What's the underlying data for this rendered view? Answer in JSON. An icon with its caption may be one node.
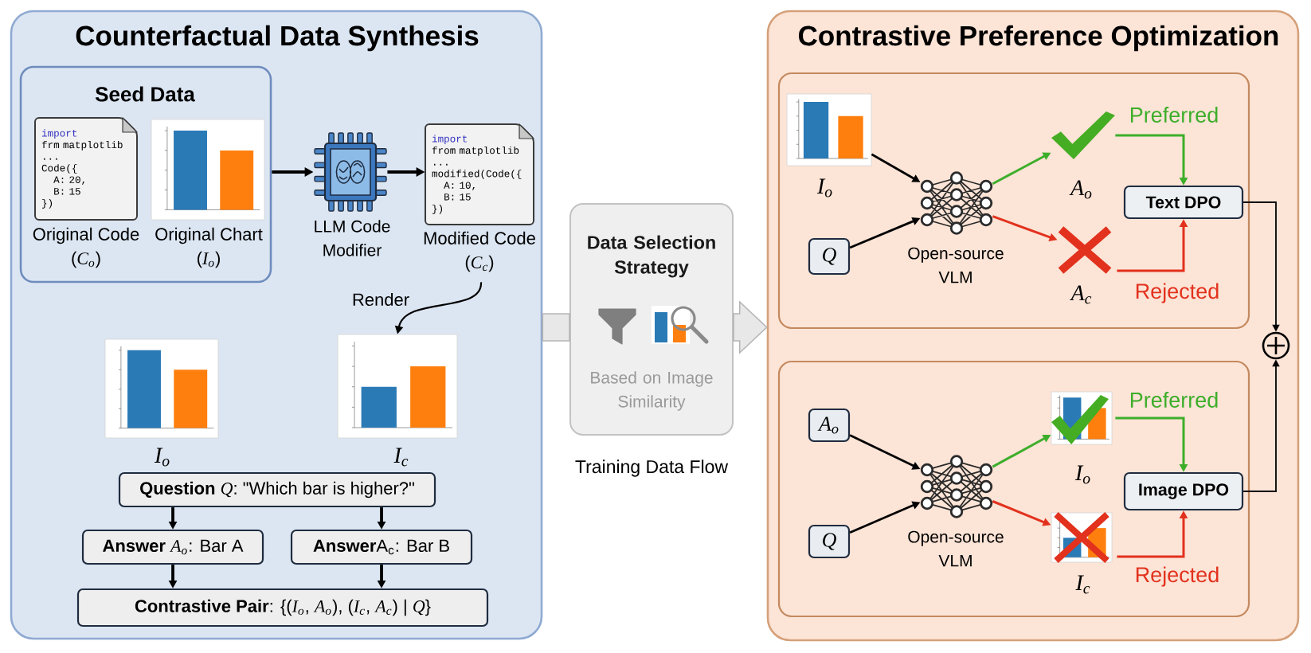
{
  "diagram": {
    "nodes": [
      {
        "text": [
          "Counterfactual Data Synthesis"
        ]
      },
      {
        "text": [
          "Seed Data"
        ],
        "in": 0
      },
      {
        "text": [
          "import",
          "frm matplotlib",
          "...",
          "Code({",
          "A: 20,",
          "B: 15",
          "})"
        ],
        "beside": [
          "Original Code (*C$_{o}$*)"
        ],
        "in": 1
      },
      {
        "text": [],
        "shape": "picture",
        "beside": [
          "Original Chart (*I$_{o}$*)"
        ],
        "in": 1
      },
      {
        "text": [],
        "shape": "picture",
        "beside": [
          "LLM Code Modifier"
        ],
        "in": 0
      },
      {
        "text": [
          "import",
          "from matplotlib",
          "...",
          "modified(Code({",
          "A: 10,",
          "B: 15",
          "})"
        ],
        "beside": [
          "Modified Code (*C$_{c}$*)"
        ],
        "in": 0
      },
      {
        "text": [],
        "shape": "picture",
        "beside": [
          "I$_{o}$"
        ],
        "in": 0
      },
      {
        "text": [],
        "shape": "picture",
        "beside": [
          "I$_{c}$"
        ],
        "in": 0
      },
      {
        "text": [
          "**Question** *Q*: \"Which bar is higher?\""
        ],
        "in": 0
      },
      {
        "text": [
          "**Answer** *A$_{o}$*: Bar A"
        ],
        "in": 0
      },
      {
        "text": [
          "**Answer**A$_{c}$: Bar B"
        ],
        "in": 0
      },
      {
        "text": [
          "**Contrastive Pair**: {(*I$_{o}$*, *A$_{o}$*), (*I$_{c}$*, *A$_{c}$*) | *Q*}"
        ],
        "in": 0
      },
      {
        "text": [
          "Data Selection Strategy",
          "Based on Image Similarity"
        ]
      },
      {
        "text": [
          "Contrastive Preference Optimization"
        ]
      },
      {
        "text": [],
        "shape": "box",
        "in": 13
      },
      {
        "text": [],
        "shape": "picture",
        "beside": [
          "I$_{o}$"
        ],
        "in": 14
      },
      {
        "text": [
          "Q"
        ],
        "in": 14
      },
      {
        "text": [],
        "shape": "picture",
        "beside": [
          "Open-source VLM"
        ],
        "in": 14
      },
      {
        "text": [],
        "shape": "picture",
        "beside": [
          "A$_{o}$"
        ],
        "in": 14
      },
      {
        "text": [
          "A$_{c}$"
        ],
        "in": 14
      },
      {
        "text": [
          "Text DPO"
        ],
        "in": 14
      },
      {
        "text": [],
        "shape": "box",
        "in": 13
      },
      {
        "text": [
          "A$_{o}$"
        ],
        "in": 21
      },
      {
        "text": [
          "Q"
        ],
        "in": 21
      },
      {
        "text": [],
        "shape": "picture",
        "beside": [
          "Open-source VLM"
        ],
        "in": 21
      },
      {
        "text": [],
        "shape": "picture",
        "beside": [
          "I$_{o}$"
        ],
        "in": 21
      },
      {
        "text": [],
        "shape": "picture",
        "beside": [
          "I$_{c}$"
        ],
        "in": 21
      },
      {
        "text": [
          "Image DPO"
        ],
        "in": 21
      },
      {
        "text": [],
        "shape": "circle",
        "in": 13
      }
    ],
    "edges": [
      {
        "from": 1,
        "to": 4,
        "arrow": "to"
      },
      {
        "from": 4,
        "to": 5,
        "arrow": "to"
      },
      {
        "from": 5,
        "to": 7,
        "arrow": "to",
        "label": "Render"
      },
      {
        "from": 8,
        "to": 9,
        "arrow": "to"
      },
      {
        "from": 8,
        "to": 10,
        "arrow": "to"
      },
      {
        "from": 9,
        "to": 11,
        "arrow": "to"
      },
      {
        "from": 10,
        "to": 11,
        "arrow": "to"
      },
      {
        "from": 0,
        "to": 12,
        "arrow": "none",
        "style": "thick",
        "color": "#e8e8e8"
      },
      {
        "from": 12,
        "to": 13,
        "arrow": "to",
        "style": "thick",
        "color": "#e8e8e8"
      },
      {
        "from": 15,
        "to": 17,
        "arrow": "to"
      },
      {
        "from": 16,
        "to": 17,
        "arrow": "to"
      },
      {
        "from": 17,
        "to": 18,
        "arrow": "to",
        "color": "#3dae2b"
      },
      {
        "from": 17,
        "to": 19,
        "arrow": "to",
        "color": "#e2311d"
      },
      {
        "from": 18,
        "to": 20,
        "arrow": "to",
        "label": "Preferred",
        "color": "#3dae2b"
      },
      {
        "from": 19,
        "to": 20,
        "arrow": "to",
        "label": "Rejected",
        "color": "#e2311d"
      },
      {
        "from": 20,
        "to": 28,
        "arrow": "to"
      },
      {
        "from": 22,
        "to": 24,
        "arrow": "to"
      },
      {
        "from": 23,
        "to": 24,
        "arrow": "to"
      },
      {
        "from": 24,
        "to": 25,
        "arrow": "to",
        "color": "#3dae2b"
      },
      {
        "from": 24,
        "to": 26,
        "arrow": "to",
        "color": "#e2311d"
      },
      {
        "from": 25,
        "to": 27,
        "arrow": "to",
        "label": "Preferred",
        "color": "#3dae2b"
      },
      {
        "from": 26,
        "to": 27,
        "arrow": "to",
        "label": "Rejected",
        "color": "#e2311d"
      },
      {
        "from": 27,
        "to": 28,
        "arrow": "to"
      }
    ],
    "labels": [
      "Training Data Flow"
    ]
  }
}
